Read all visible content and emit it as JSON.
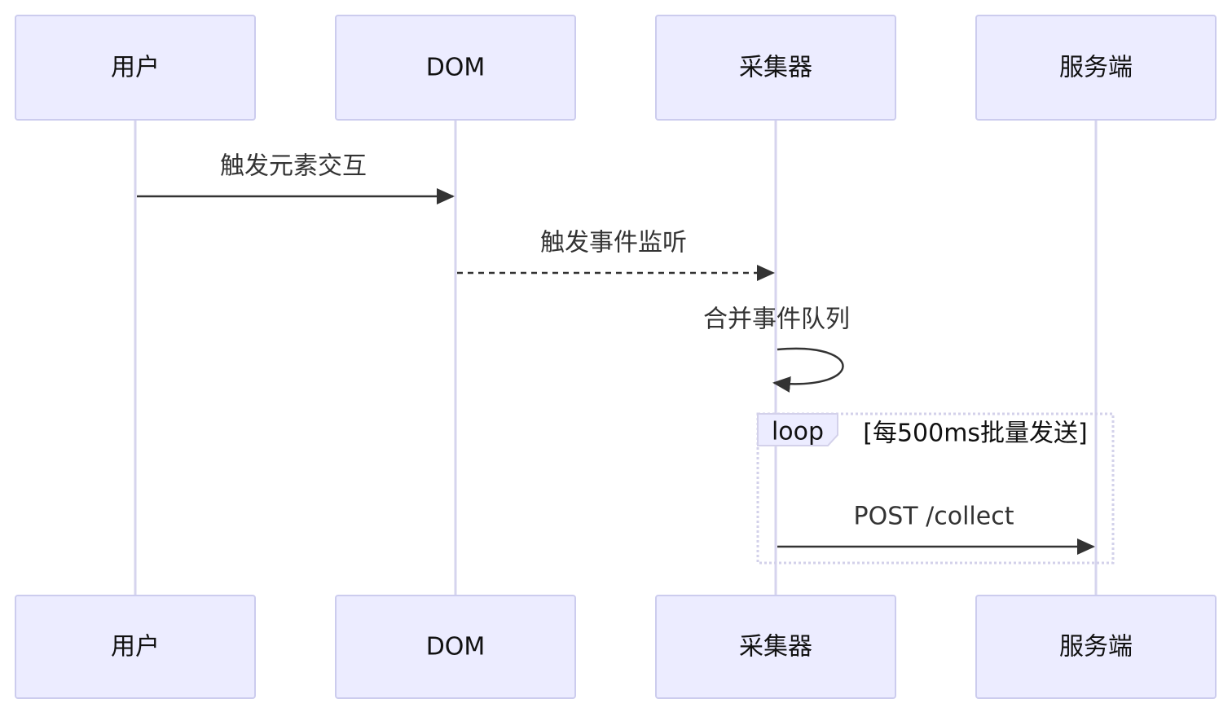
{
  "participants": [
    {
      "id": "user",
      "label": "用户"
    },
    {
      "id": "dom",
      "label": "DOM"
    },
    {
      "id": "collector",
      "label": "采集器"
    },
    {
      "id": "server",
      "label": "服务端"
    }
  ],
  "messages": [
    {
      "from": "user",
      "to": "dom",
      "label": "触发元素交互",
      "style": "solid"
    },
    {
      "from": "dom",
      "to": "collector",
      "label": "触发事件监听",
      "style": "dashed"
    },
    {
      "from": "collector",
      "to": "collector",
      "label": "合并事件队列",
      "style": "self"
    },
    {
      "from": "collector",
      "to": "server",
      "label": "POST /collect",
      "style": "solid"
    }
  ],
  "loop": {
    "keyword": "loop",
    "condition": "[每500ms批量发送]"
  },
  "colors": {
    "actor_fill": "#ececff",
    "actor_stroke": "#ccccee",
    "lifeline": "#d6d4ee",
    "arrow": "#333333"
  }
}
